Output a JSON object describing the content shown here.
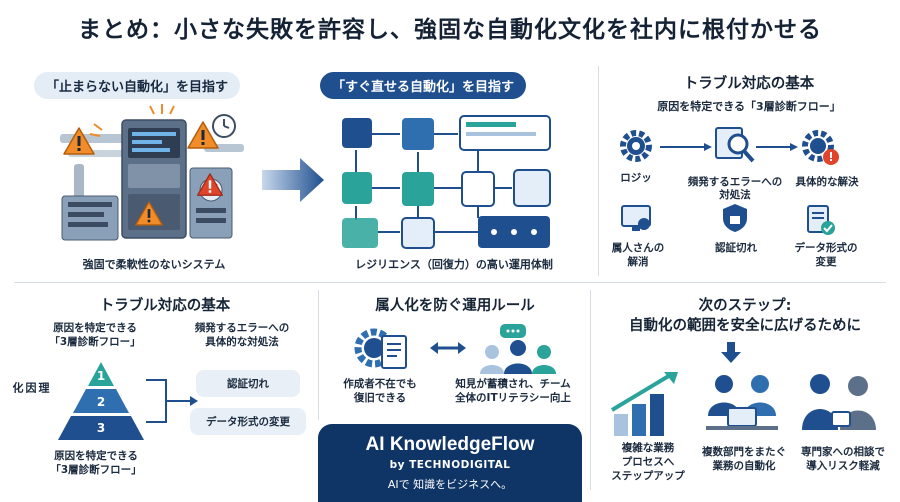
{
  "title": "まとめ：小さな失敗を許容し、強固な自動化文化を社内に根付かせる",
  "top_left": {
    "pill": "「止まらない自動化」を目指す",
    "caption": "強固で柔軟性のないシステム"
  },
  "top_mid": {
    "pill": "「すぐ直せる自動化」を目指す",
    "caption": "レジリエンス（回復力）の高い運用体制"
  },
  "top_right": {
    "header": "トラブル対応の基本",
    "subheader": "原因を特定できる「3層診断フロー」",
    "label_logic": "ロジッ",
    "label_frequent_1": "頻発するエラーへの",
    "label_frequent_2": "対処法",
    "label_concrete": "具体的な解決",
    "label_person_1": "属人さんの",
    "label_person_2": "解消",
    "label_auth": "認証切れ",
    "label_data_1": "データ形式の",
    "label_data_2": "変更"
  },
  "bottom_left": {
    "header": "トラブル対応の基本",
    "left_top_1": "原因を特定できる",
    "left_top_2": "「3層診断フロー」",
    "right_top_1": "頻発するエラーへの",
    "right_top_2": "具体的な対処法",
    "vertical_label": "理因化",
    "levels": [
      "1",
      "2",
      "3"
    ],
    "tag_auth": "認証切れ",
    "tag_data": "データ形式の変更",
    "bottom_1": "原因を特定できる",
    "bottom_2": "「3層診断フロー」"
  },
  "bottom_mid": {
    "header": "属人化を防ぐ運用ルール",
    "left_1": "作成者不在でも",
    "left_2": "復旧できる",
    "right_1": "知見が蓄積され、チーム",
    "right_2": "全体のITリテラシー向上"
  },
  "bottom_right": {
    "header_1": "次のステップ:",
    "header_2": "自動化の範囲を安全に広げるために",
    "item1_1": "複雑な業務",
    "item1_2": "プロセスへ",
    "item1_3": "ステップアップ",
    "item2_1": "複数部門をまたぐ",
    "item2_2": "業務の自動化",
    "item3_1": "専門家への相談で",
    "item3_2": "導入リスク軽減"
  },
  "brand": {
    "name": "AI KnowledgeFlow",
    "by": "by TECHNODIGITAL",
    "tagline": "AIで 知識をビジネスへ。"
  },
  "colors": {
    "navy": "#0f3466",
    "blue": "#1f4f8f",
    "teal": "#2aa39a",
    "warning": "#f28c28",
    "danger": "#e0452b"
  },
  "icons": [
    "warning-icon",
    "gear-icon",
    "search-icon",
    "document-icon",
    "team-icon",
    "chart-arrow-icon",
    "person-icon",
    "bidirectional-arrow-icon",
    "pyramid-icon"
  ]
}
